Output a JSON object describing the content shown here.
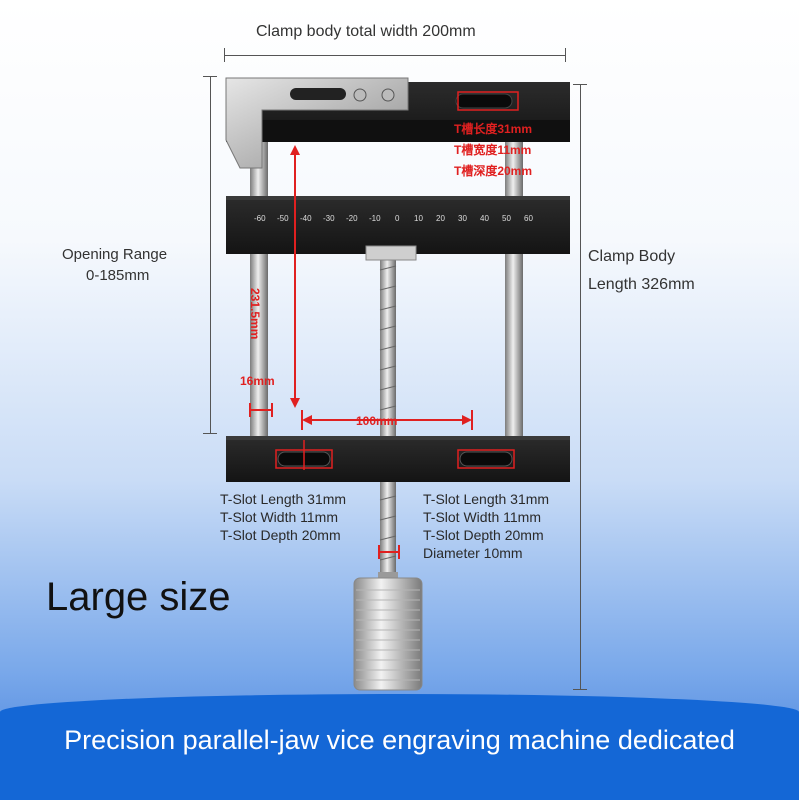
{
  "dimensions": {
    "total_width": "Clamp body total width 200mm",
    "opening_range_line1": "Opening Range",
    "opening_range_line2": "0-185mm",
    "body_length_line1": "Clamp Body",
    "body_length_line2": "Length 326mm",
    "inner_height": "231.5mm",
    "rod_width": "16mm",
    "inner_width": "100mm"
  },
  "top_slot_labels": [
    "T槽长度31mm",
    "T槽宽度11mm",
    "T槽深度20mm"
  ],
  "scale_marks": [
    "-60",
    "-50",
    "-40",
    "-30",
    "-20",
    "-10",
    "0",
    "10",
    "20",
    "30",
    "40",
    "50",
    "60"
  ],
  "left_slot_specs": [
    "T-Slot Length 31mm",
    "T-Slot Width 11mm",
    "T-Slot Depth 20mm"
  ],
  "right_slot_specs": [
    "T-Slot Length 31mm",
    "T-Slot Width 11mm",
    "T-Slot Depth 20mm",
    "Diameter 10mm"
  ],
  "size_label": "Large size",
  "banner_text": "Precision parallel-jaw vice engraving machine dedicated",
  "colors": {
    "banner_blue": "#1467d6",
    "dimension_red": "#e02020",
    "jaw_black": "#1c1c1c"
  }
}
